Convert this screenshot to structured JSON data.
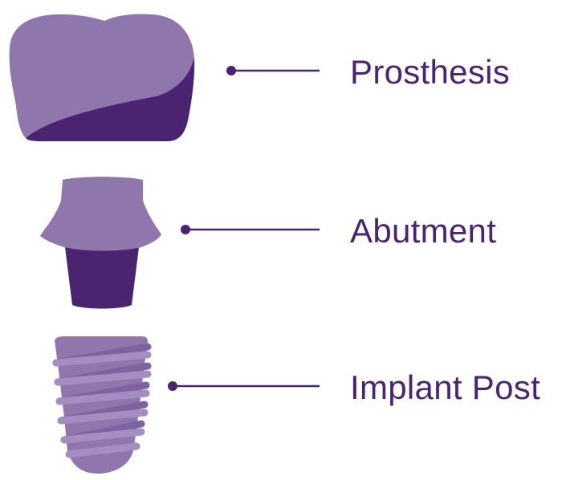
{
  "colors": {
    "light_purple": "#8f76ad",
    "dark_purple": "#4a2470",
    "thread_light": "#a48ec1",
    "thread_dark": "#7d63a0",
    "line": "#4a2470",
    "text": "#4a2470"
  },
  "labels": {
    "prosthesis": "Prosthesis",
    "abutment": "Abutment",
    "implant_post": "Implant Post"
  }
}
